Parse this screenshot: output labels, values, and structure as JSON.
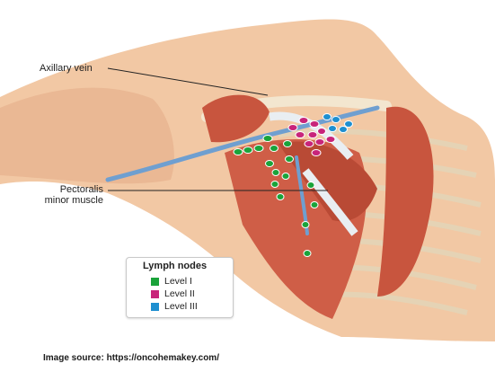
{
  "labels": {
    "axillary_vein": "Axillary vein",
    "pectoralis_line1": "Pectoralis",
    "pectoralis_line2": "minor muscle"
  },
  "legend": {
    "title": "Lymph nodes",
    "items": [
      {
        "label": "Level I",
        "color": "#1aa33a"
      },
      {
        "label": "Level II",
        "color": "#c8247a"
      },
      {
        "label": "Level III",
        "color": "#1e8fd0"
      }
    ]
  },
  "source": "Image source: https://oncohemakey.com/",
  "colors": {
    "skin": "#f2c8a4",
    "muscle": "#c8553e",
    "vein": "#6f9fd0",
    "tendon": "#e9eef2",
    "bone": "#f3e6cf"
  }
}
